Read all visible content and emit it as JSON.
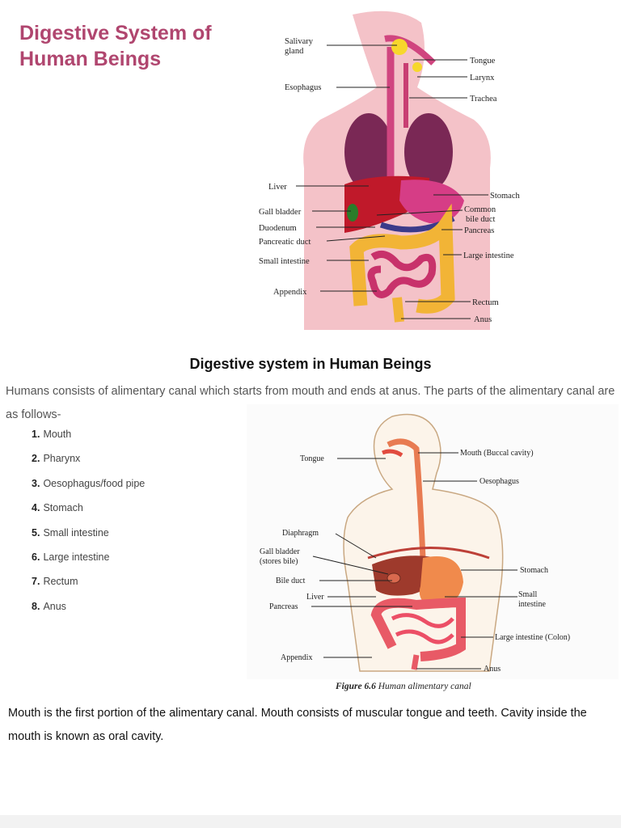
{
  "page": {
    "title": "Digestive System of Human Beings",
    "caption": "Digestive system in Human Beings",
    "intro": "Humans consists of alimentary canal which starts from mouth and ends at anus. The parts of the alimentary canal are as follows-",
    "parts": [
      {
        "num": "1.",
        "label": "Mouth"
      },
      {
        "num": "2.",
        "label": "Pharynx"
      },
      {
        "num": "3.",
        "label": "Oesophagus/food pipe"
      },
      {
        "num": "4.",
        "label": "Stomach"
      },
      {
        "num": "5.",
        "label": "Small intestine"
      },
      {
        "num": "6.",
        "label": "Large intestine"
      },
      {
        "num": "7.",
        "label": "Rectum"
      },
      {
        "num": "8.",
        "label": "Anus"
      }
    ],
    "paragraph": "Mouth is the first portion of the alimentary canal. Mouth consists of muscular tongue and teeth. Cavity inside the mouth is known as oral cavity."
  },
  "figure_top": {
    "labels": {
      "salivary_1": "Salivary",
      "salivary_2": "gland",
      "tongue": "Tongue",
      "larynx": "Larynx",
      "esophagus": "Esophagus",
      "trachea": "Trachea",
      "liver": "Liver",
      "stomach": "Stomach",
      "gall_bladder": "Gall bladder",
      "common_1": "Common",
      "common_2": "bile duct",
      "duodenum": "Duodenum",
      "pancreas": "Pancreas",
      "pancreatic_duct": "Pancreatic duct",
      "small_intestine": "Small intestine",
      "large_intestine": "Large intestine",
      "appendix": "Appendix",
      "rectum": "Rectum",
      "anus": "Anus"
    }
  },
  "figure_bottom": {
    "labels": {
      "mouth": "Mouth (Buccal cavity)",
      "tongue": "Tongue",
      "oesophagus": "Oesophagus",
      "diaphragm": "Diaphragm",
      "gall_1": "Gall bladder",
      "gall_2": "(stores bile)",
      "stomach": "Stomach",
      "bile_duct": "Bile duct",
      "liver": "Liver",
      "small_1": "Small",
      "small_2": "intestine",
      "pancreas": "Pancreas",
      "large_intestine": "Large intestine (Colon)",
      "appendix": "Appendix",
      "anus": "Anus",
      "fig_num": "Figure 6.6",
      "fig_title": "Human alimentary canal"
    }
  }
}
